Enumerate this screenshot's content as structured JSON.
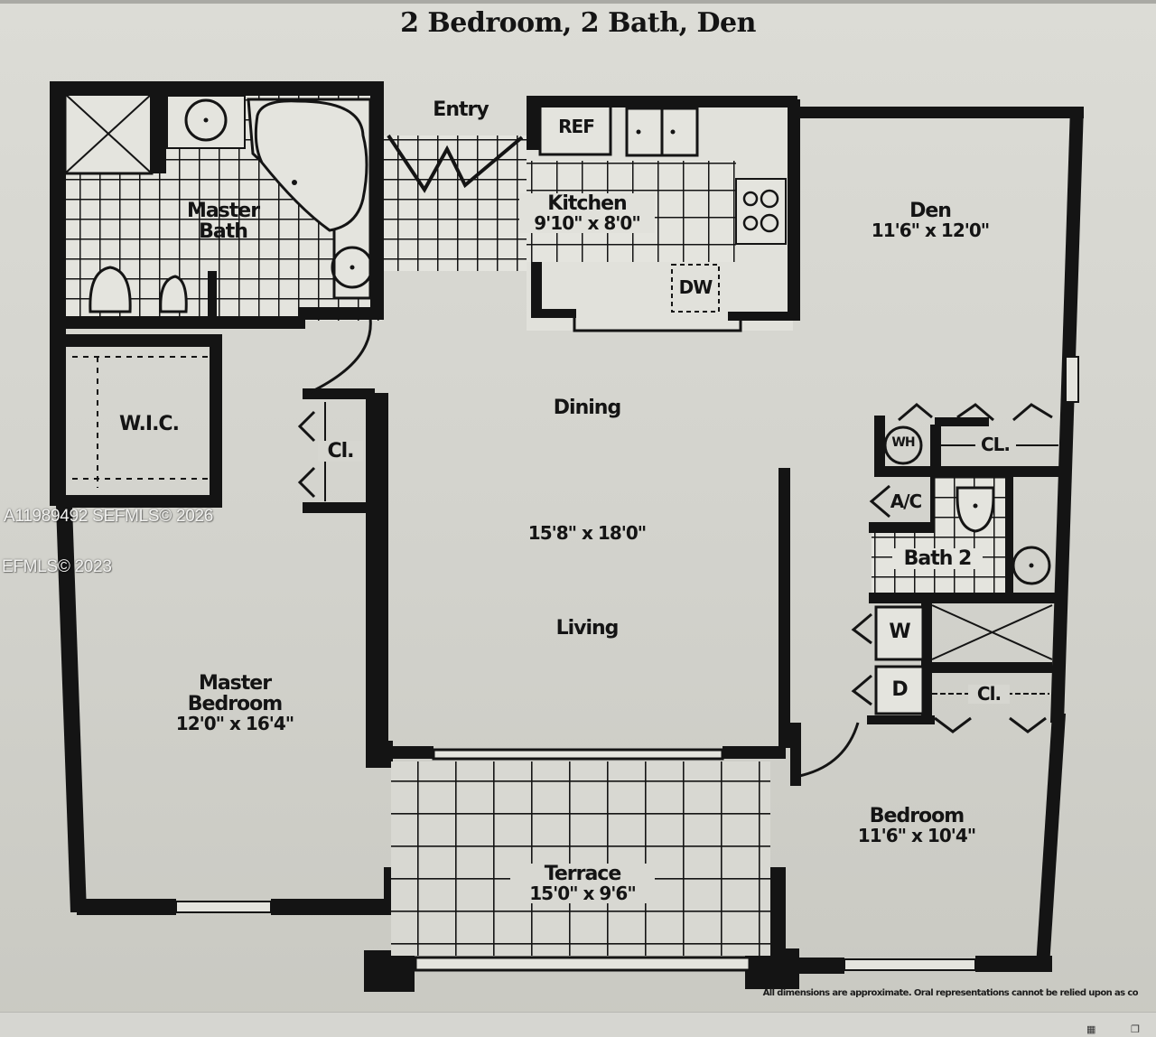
{
  "title": "2 Bedroom, 2 Bath, Den",
  "rooms": {
    "master_bath": {
      "name_line1": "Master",
      "name_line2": "Bath"
    },
    "entry": {
      "name": "Entry"
    },
    "kitchen": {
      "name": "Kitchen",
      "dimensions": "9'10\" x 8'0\""
    },
    "den": {
      "name": "Den",
      "dimensions": "11'6\" x 12'0\""
    },
    "walk_in_closet": {
      "name": "W.I.C."
    },
    "closet_hall": {
      "name": "Cl."
    },
    "dining": {
      "name": "Dining"
    },
    "dining_living_dims": {
      "dimensions": "15'8\" x 18'0\""
    },
    "living": {
      "name": "Living"
    },
    "master_bedroom": {
      "name_line1": "Master",
      "name_line2": "Bedroom",
      "dimensions": "12'0\" x 16'4\""
    },
    "terrace": {
      "name": "Terrace",
      "dimensions": "15'0\" x 9'6\""
    },
    "bedroom": {
      "name": "Bedroom",
      "dimensions": "11'6\" x 10'4\""
    },
    "water_heater": {
      "name": "WH"
    },
    "closet_den": {
      "name": "CL."
    },
    "ac": {
      "name": "A/C"
    },
    "bath2": {
      "name": "Bath 2"
    },
    "washer": {
      "name": "W"
    },
    "dryer": {
      "name": "D"
    },
    "closet_bedroom": {
      "name": "Cl."
    }
  },
  "appliances": {
    "refrigerator": "REF",
    "dishwasher": "DW"
  },
  "watermarks": {
    "line1": "A11989492  SEFMLS© 2026",
    "line2": "EFMLS© 2023"
  },
  "disclaimer": "All dimensions are approximate. Oral representations cannot be relied upon as co",
  "icons": {
    "tray_grid": "grid-icon",
    "tray_window": "window-icon"
  },
  "colors": {
    "paper": "#d6d6d0",
    "ink": "#141414",
    "watermark": "#f2f2f0"
  }
}
